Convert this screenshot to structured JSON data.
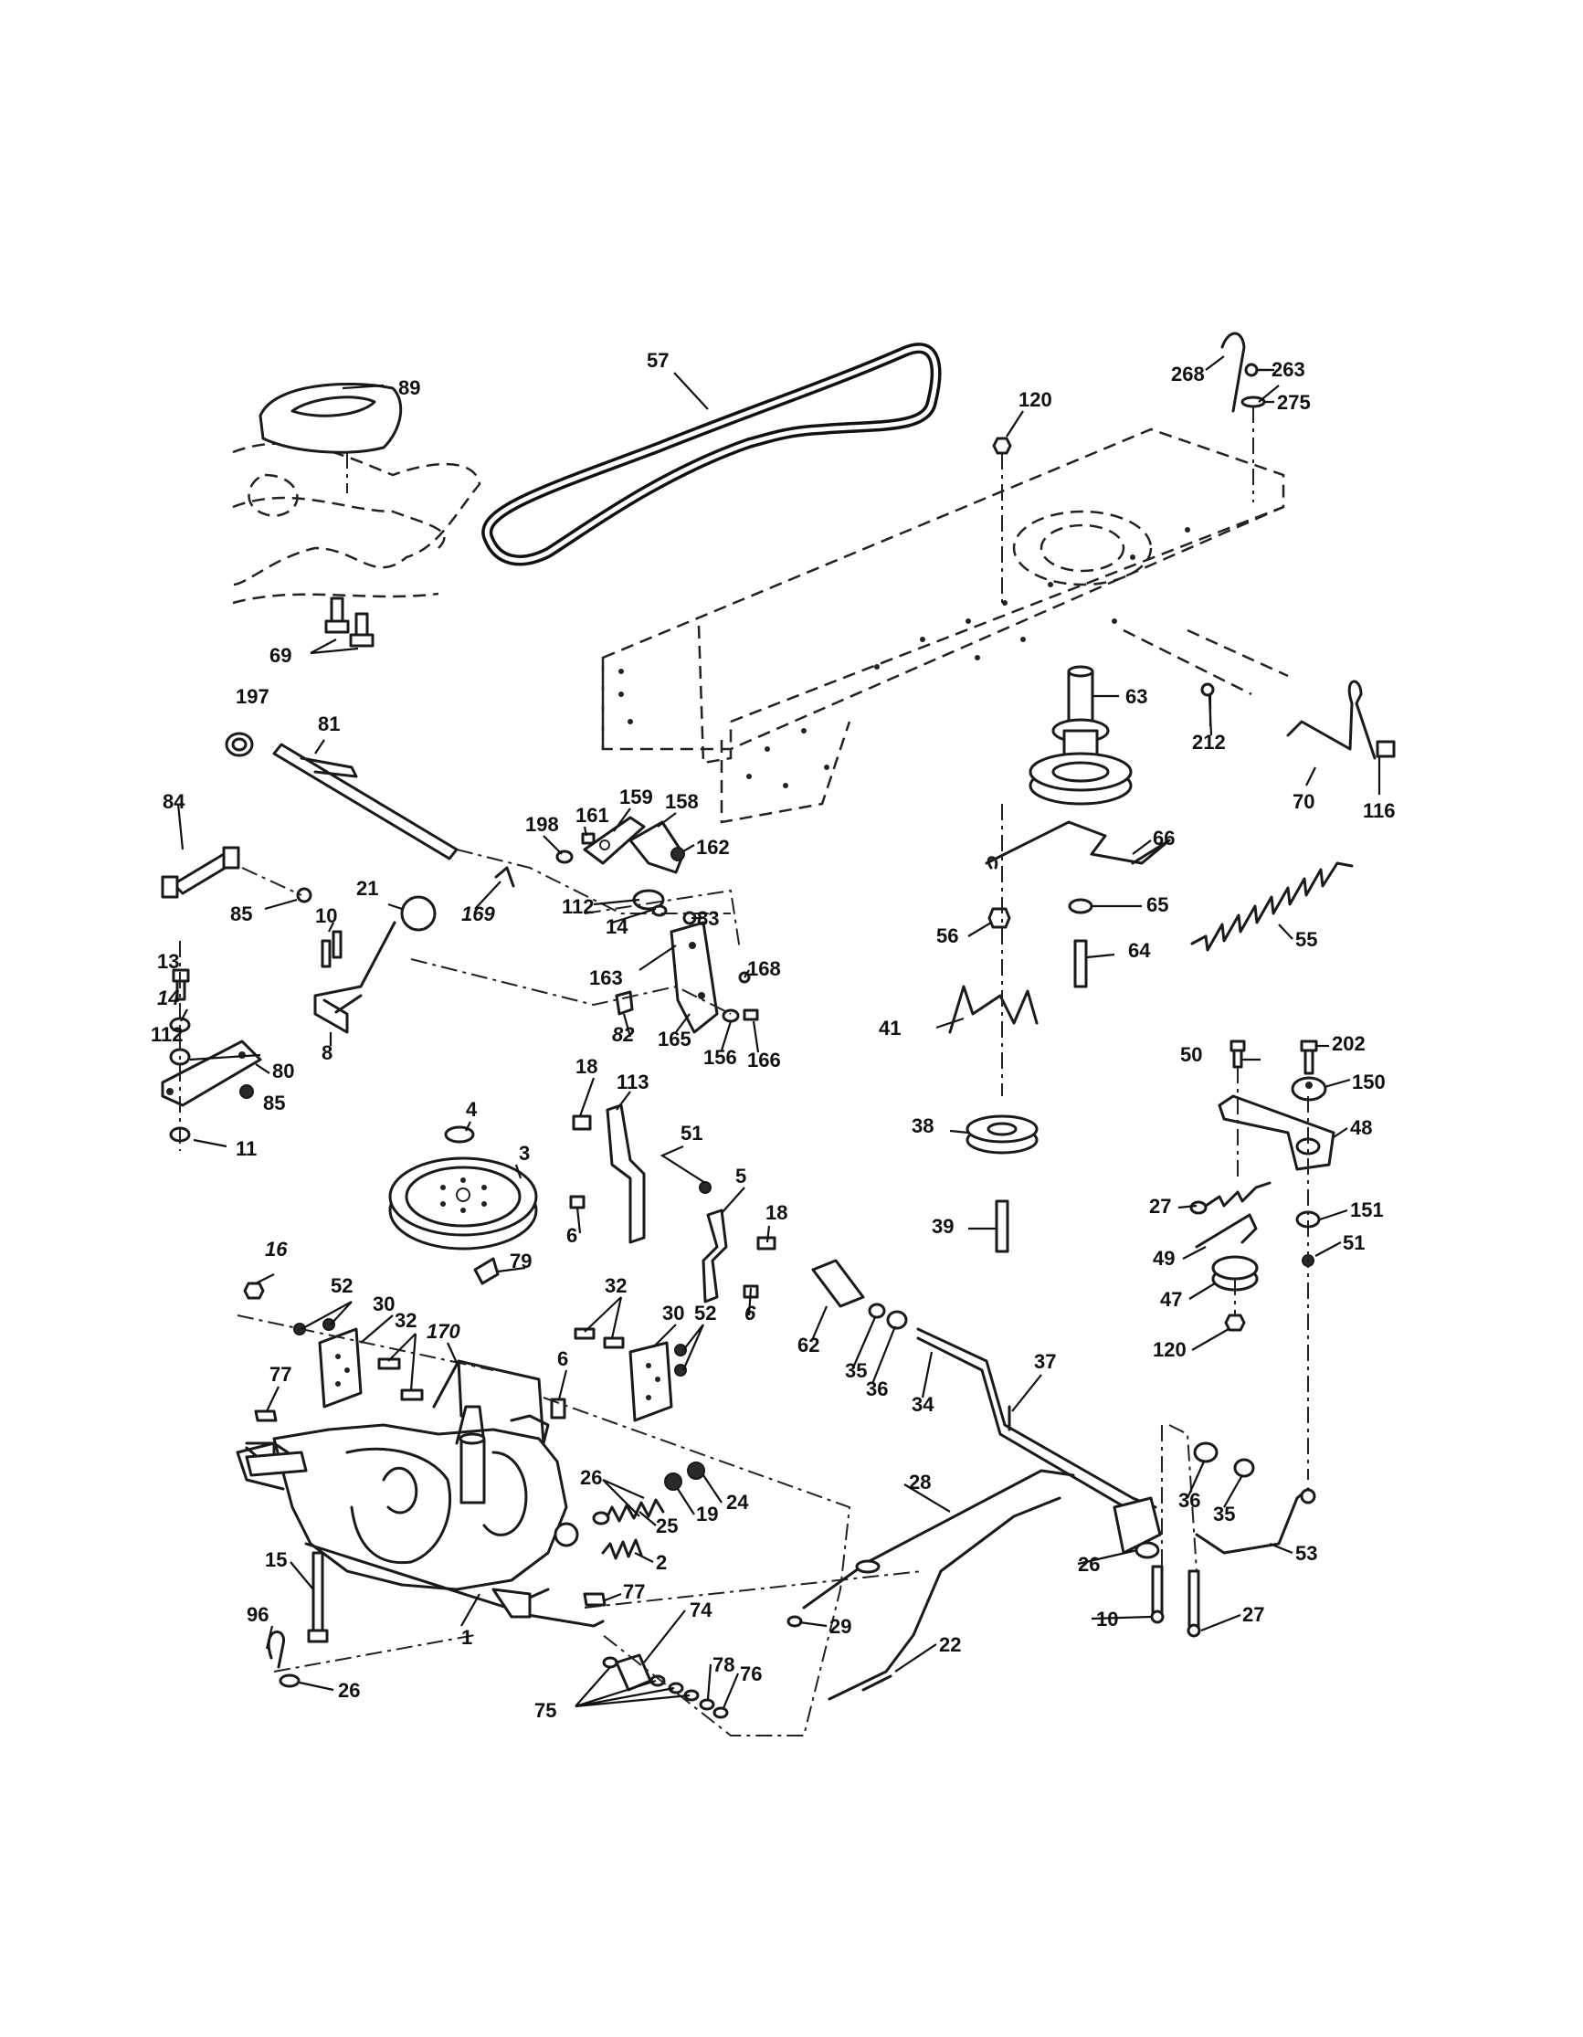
{
  "callouts": [
    {
      "id": "c89",
      "text": "89"
    },
    {
      "id": "c57",
      "text": "57"
    },
    {
      "id": "c120a",
      "text": "120"
    },
    {
      "id": "c268",
      "text": "268"
    },
    {
      "id": "c263",
      "text": "263"
    },
    {
      "id": "c275",
      "text": "275"
    },
    {
      "id": "c69",
      "text": "69"
    },
    {
      "id": "c197",
      "text": "197"
    },
    {
      "id": "c81",
      "text": "81"
    },
    {
      "id": "c63",
      "text": "63"
    },
    {
      "id": "c212",
      "text": "212"
    },
    {
      "id": "c70",
      "text": "70"
    },
    {
      "id": "c116",
      "text": "116"
    },
    {
      "id": "c84",
      "text": "84"
    },
    {
      "id": "c198",
      "text": "198"
    },
    {
      "id": "c161",
      "text": "161"
    },
    {
      "id": "c159",
      "text": "159"
    },
    {
      "id": "c158",
      "text": "158"
    },
    {
      "id": "c162",
      "text": "162"
    },
    {
      "id": "c66",
      "text": "66"
    },
    {
      "id": "c21",
      "text": "21"
    },
    {
      "id": "c85a",
      "text": "85"
    },
    {
      "id": "c169",
      "text": "169"
    },
    {
      "id": "c112a",
      "text": "112"
    },
    {
      "id": "c14a",
      "text": "14"
    },
    {
      "id": "c83",
      "text": "83"
    },
    {
      "id": "c65",
      "text": "65"
    },
    {
      "id": "c56",
      "text": "56"
    },
    {
      "id": "c64",
      "text": "64"
    },
    {
      "id": "c55",
      "text": "55"
    },
    {
      "id": "c10a",
      "text": "10"
    },
    {
      "id": "c163",
      "text": "163"
    },
    {
      "id": "c168",
      "text": "168"
    },
    {
      "id": "c13",
      "text": "13"
    },
    {
      "id": "c14b",
      "text": "14"
    },
    {
      "id": "c112b",
      "text": "112"
    },
    {
      "id": "c8",
      "text": "8"
    },
    {
      "id": "c82",
      "text": "82"
    },
    {
      "id": "c165",
      "text": "165"
    },
    {
      "id": "c156",
      "text": "156"
    },
    {
      "id": "c166",
      "text": "166"
    },
    {
      "id": "c41",
      "text": "41"
    },
    {
      "id": "c80",
      "text": "80"
    },
    {
      "id": "c85b",
      "text": "85"
    },
    {
      "id": "c50",
      "text": "50"
    },
    {
      "id": "c202",
      "text": "202"
    },
    {
      "id": "c18a",
      "text": "18"
    },
    {
      "id": "c113",
      "text": "113"
    },
    {
      "id": "c150",
      "text": "150"
    },
    {
      "id": "c4",
      "text": "4"
    },
    {
      "id": "c51a",
      "text": "51"
    },
    {
      "id": "c38",
      "text": "38"
    },
    {
      "id": "c48",
      "text": "48"
    },
    {
      "id": "c11",
      "text": "11"
    },
    {
      "id": "c3",
      "text": "3"
    },
    {
      "id": "c5",
      "text": "5"
    },
    {
      "id": "c27a",
      "text": "27"
    },
    {
      "id": "c18b",
      "text": "18"
    },
    {
      "id": "c151",
      "text": "151"
    },
    {
      "id": "c6a",
      "text": "6"
    },
    {
      "id": "c39",
      "text": "39"
    },
    {
      "id": "c49",
      "text": "49"
    },
    {
      "id": "c51b",
      "text": "51"
    },
    {
      "id": "c16",
      "text": "16"
    },
    {
      "id": "c79",
      "text": "79"
    },
    {
      "id": "c47",
      "text": "47"
    },
    {
      "id": "c52a",
      "text": "52"
    },
    {
      "id": "c30a",
      "text": "30"
    },
    {
      "id": "c32a",
      "text": "32"
    },
    {
      "id": "c30b",
      "text": "30"
    },
    {
      "id": "c52b",
      "text": "52"
    },
    {
      "id": "c6b",
      "text": "6"
    },
    {
      "id": "c62",
      "text": "62"
    },
    {
      "id": "c120b",
      "text": "120"
    },
    {
      "id": "c170",
      "text": "170"
    },
    {
      "id": "c32b",
      "text": "32"
    },
    {
      "id": "c35a",
      "text": "35"
    },
    {
      "id": "c77a",
      "text": "77"
    },
    {
      "id": "c6c",
      "text": "6"
    },
    {
      "id": "c36a",
      "text": "36"
    },
    {
      "id": "c34",
      "text": "34"
    },
    {
      "id": "c37",
      "text": "37"
    },
    {
      "id": "c26a",
      "text": "26"
    },
    {
      "id": "c36b",
      "text": "36"
    },
    {
      "id": "c35b",
      "text": "35"
    },
    {
      "id": "c28",
      "text": "28"
    },
    {
      "id": "c24",
      "text": "24"
    },
    {
      "id": "c19",
      "text": "19"
    },
    {
      "id": "c25",
      "text": "25"
    },
    {
      "id": "c15",
      "text": "15"
    },
    {
      "id": "c2",
      "text": "2"
    },
    {
      "id": "c26b",
      "text": "26"
    },
    {
      "id": "c53",
      "text": "53"
    },
    {
      "id": "c77b",
      "text": "77"
    },
    {
      "id": "c29",
      "text": "29"
    },
    {
      "id": "c96",
      "text": "96"
    },
    {
      "id": "c74",
      "text": "74"
    },
    {
      "id": "c10b",
      "text": "10"
    },
    {
      "id": "c27b",
      "text": "27"
    },
    {
      "id": "c22",
      "text": "22"
    },
    {
      "id": "c1",
      "text": "1"
    },
    {
      "id": "c78",
      "text": "78"
    },
    {
      "id": "c76",
      "text": "76"
    },
    {
      "id": "c26c",
      "text": "26"
    },
    {
      "id": "c75",
      "text": "75"
    }
  ],
  "italic_callouts": [
    "c169",
    "c14b",
    "c82",
    "c16",
    "c170",
    "c6b"
  ],
  "colors": {
    "line": "#1a1a1a",
    "background": "#ffffff"
  }
}
